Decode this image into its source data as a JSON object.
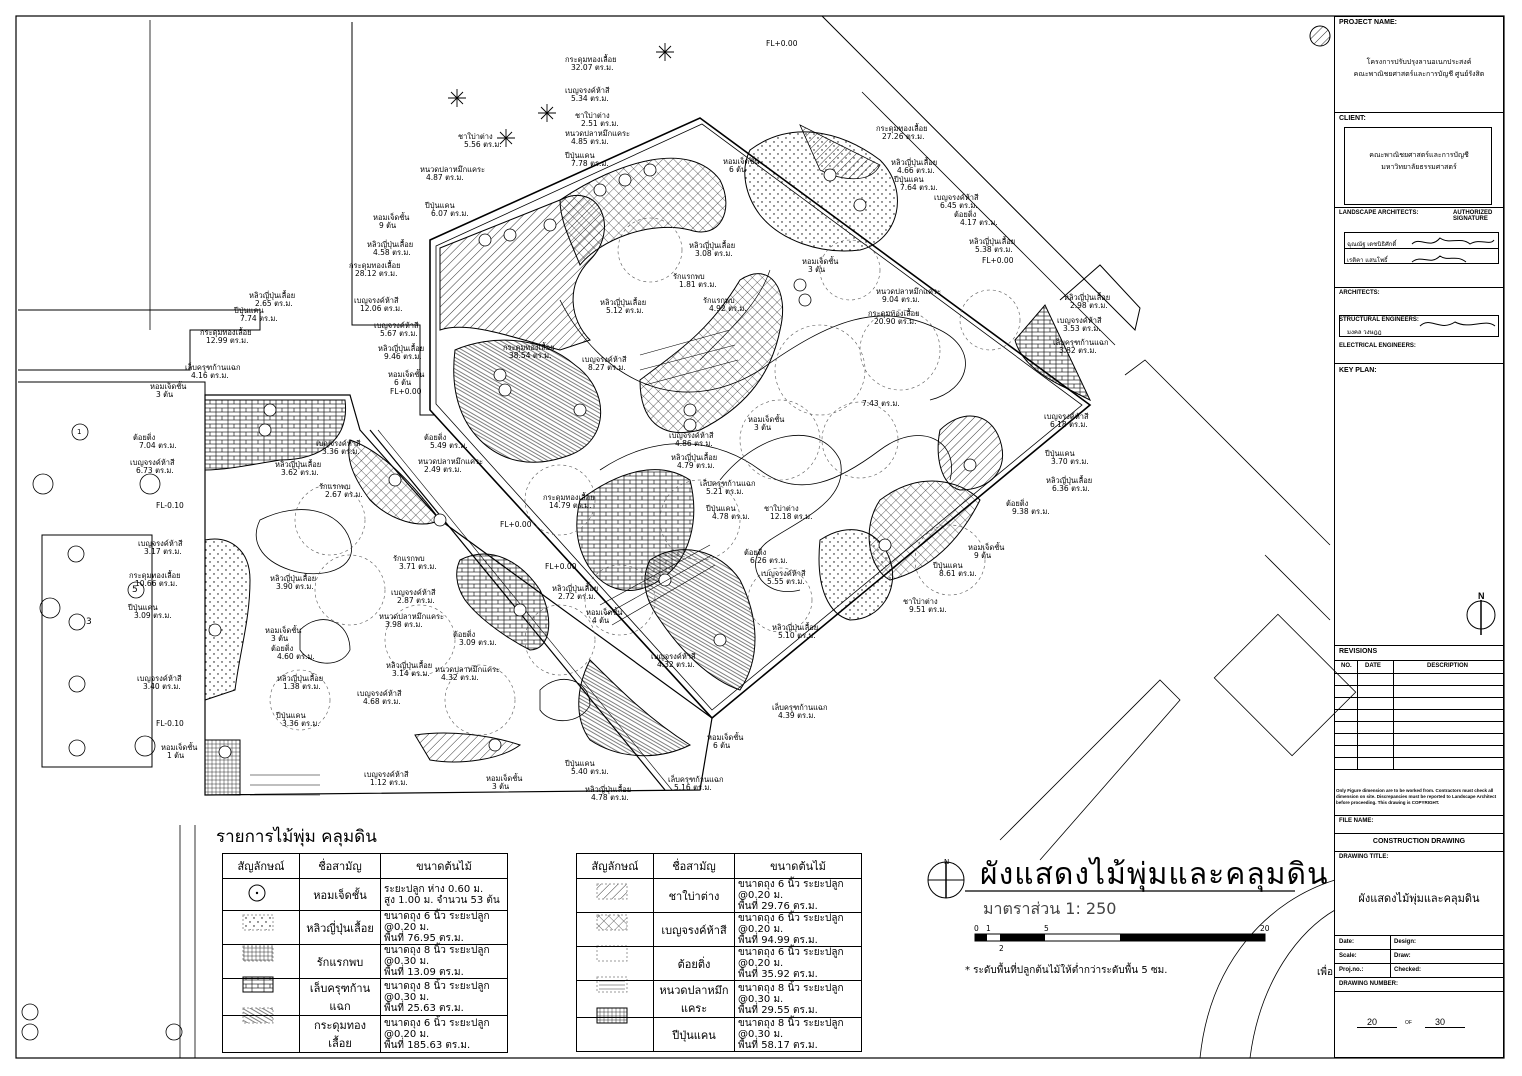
{
  "title_block": {
    "project_name_label": "PROJECT NAME:",
    "project_name_line1": "โครงการปรับปรุงลานอเนกประสงค์",
    "project_name_line2": "คณะพาณิชยศาสตร์และการบัญชี ศูนย์รังสิต",
    "client_label": "CLIENT:",
    "client_line1": "คณะพาณิชยศาสตร์และการบัญชี",
    "client_line2": "มหาวิทยาลัยธรรมศาสตร์",
    "landscape_label": "LANDSCAPE ARCHITECTS:",
    "authorized_label": "AUTHORIZED",
    "signature_label": "SIGNATURE",
    "landscape_name1": "ฉุณณัฐ เดชนิธิศักดิ์",
    "landscape_name2": "เรติคา แสนโพธิ์",
    "architects_label": "ARCHITECTS:",
    "structural_label": "STRUCTURAL ENGINEERS:",
    "structural_name": "มงคล วงษฎฎ",
    "electrical_label": "ELECTRICAL ENGINEERS:",
    "key_plan_label": "KEY PLAN:",
    "north_letter": "N",
    "revisions_label": "REVISIONS",
    "rev_no": "NO.",
    "rev_date": "DATE",
    "rev_desc": "DESCRIPTION",
    "disclaimer": "Only Figure dimension are to be worked from. Contractors must check all dimension on site. Discrepancies must be reported to Landscape Architect before proceeding. This drawing is COPYRIGHT.",
    "file_name_label": "FILE NAME:",
    "construction_drawing": "CONSTRUCTION DRAWING",
    "drawing_title_label": "DRAWING TITLE:",
    "drawing_title": "ผังแสดงไม้พุ่มและคลุมดิน",
    "date_label": "Date:",
    "design_label": "Design:",
    "scale_label": "Scale:",
    "draw_label": "Draw:",
    "proj_no_label": "Proj.no.:",
    "checked_label": "Checked:",
    "drawing_number_label": "DRAWING NUMBER:",
    "sheet_no": "20",
    "of_label": "OF",
    "sheet_total": "30"
  },
  "plan": {
    "fl_labels": [
      "FL+0.00",
      "FL+0.00",
      "FL+0.00",
      "FL+0.00",
      "FL-0.10",
      "FL-0.10",
      "FL+0.00"
    ],
    "callouts": [
      {
        "name": "กระดุมทองเลื้อย",
        "value": "32.07 ตร.ม."
      },
      {
        "name": "เบญจรงค์ห้าสี",
        "value": "5.34 ตร.ม."
      },
      {
        "name": "ชาใบ่าต่าง",
        "value": "2.51 ตร.ม."
      },
      {
        "name": "หนวดปลาหมึกแคระ",
        "value": "4.85 ตร.ม."
      },
      {
        "name": "ชาใบ่าต่าง",
        "value": "5.56 ตร.ม."
      },
      {
        "name": "ปีปุ่นแคน",
        "value": "7.78 ตร.ม."
      },
      {
        "name": "หนวดปลาหมึกแคระ",
        "value": "4.87 ตร.ม."
      },
      {
        "name": "ปีปุ่นแคน",
        "value": "6.07 ตร.ม."
      },
      {
        "name": "หอมเจ็ดชั้น",
        "value": "9 ต้น"
      },
      {
        "name": "หลิวญี่ปุ่นเลื้อย",
        "value": "4.58 ตร.ม."
      },
      {
        "name": "กระดุมทองเลื้อย",
        "value": "28.12 ตร.ม."
      },
      {
        "name": "หลิวญี่ปุ่นเลื้อย",
        "value": "2.65 ตร.ม."
      },
      {
        "name": "ปีปุ่นแคน",
        "value": "7.74 ตร.ม."
      },
      {
        "name": "กระดุมทองเลื้อย",
        "value": "12.99 ตร.ม."
      },
      {
        "name": "เบญจรงค์ห้าสี",
        "value": "12.06 ตร.ม."
      },
      {
        "name": "เบญจรงค์ห้าสี",
        "value": "5.67 ตร.ม."
      },
      {
        "name": "หลิวญี่ปุ่นเลื้อย",
        "value": "9.46 ตร.ม."
      },
      {
        "name": "หอมเจ็ดชั้น",
        "value": "6 ต้น"
      },
      {
        "name": "เล็บครุฑก้านแฉก",
        "value": "4.16 ตร.ม."
      },
      {
        "name": "หอมเจ็ดชั้น",
        "value": "3 ต้น"
      },
      {
        "name": "ต้อยติ่ง",
        "value": "7.04 ตร.ม."
      },
      {
        "name": "เบญจรงค์ห้าสี",
        "value": "6.73 ตร.ม."
      },
      {
        "name": "เบญจรงค์ห้าสี",
        "value": "3.36 ตร.ม."
      },
      {
        "name": "หลิวญี่ปุ่นเลื้อย",
        "value": "3.62 ตร.ม."
      },
      {
        "name": "ต้อยติ่ง",
        "value": "5.49 ตร.ม."
      },
      {
        "name": "หนวดปลาหมึกแคระ",
        "value": "2.49 ตร.ม."
      },
      {
        "name": "รักแรกพบ",
        "value": "2.67 ตร.ม."
      },
      {
        "name": "กระดุมทองเลื้อย",
        "value": "38.54 ตร.ม."
      },
      {
        "name": "เบญจรงค์ห้าสี",
        "value": "8.27 ตร.ม."
      },
      {
        "name": "หลิวญี่ปุ่นเลื้อย",
        "value": "5.12 ตร.ม."
      },
      {
        "name": "รักแรกพบ",
        "value": "1.81 ตร.ม."
      },
      {
        "name": "รักแรกพบ",
        "value": "4.92 ตร.ม."
      },
      {
        "name": "หลิวญี่ปุ่นเลื้อย",
        "value": "3.08 ตร.ม."
      },
      {
        "name": "หอมเจ็ดชั้น",
        "value": "6 ต้น"
      },
      {
        "name": "หอมเจ็ดชั้น",
        "value": "3 ต้น"
      },
      {
        "name": "กระดุมทองเลื้อย",
        "value": "27.26 ตร.ม."
      },
      {
        "name": "หลิวญี่ปุ่นเลื้อย",
        "value": "4.66 ตร.ม."
      },
      {
        "name": "ปีปุ่นแคน",
        "value": "7.64 ตร.ม."
      },
      {
        "name": "เบญจรงค์ห้าสี",
        "value": "6.45 ตร.ม."
      },
      {
        "name": "ต้อยติ่ง",
        "value": "4.17 ตร.ม."
      },
      {
        "name": "หลิวญี่ปุ่นเลื้อย",
        "value": "5.38 ตร.ม."
      },
      {
        "name": "หนวดปลาหมึกแคระ",
        "value": "9.04 ตร.ม."
      },
      {
        "name": "กระดุมทองเลื้อย",
        "value": "20.90 ตร.ม."
      },
      {
        "name": "หลิวญี่ปุ่นเลื้อย",
        "value": "2.98 ตร.ม."
      },
      {
        "name": "เบญจรงค์ห้าสี",
        "value": "3.53 ตร.ม."
      },
      {
        "name": "เล็บครุฑก้านแฉก",
        "value": "3.82 ตร.ม."
      },
      {
        "name": "",
        "value": "7.43 ตร.ม."
      },
      {
        "name": "หอมเจ็ดชั้น",
        "value": "3 ต้น"
      },
      {
        "name": "เบญจรงค์ห้าสี",
        "value": "4.86 ตร.ม."
      },
      {
        "name": "หลิวญี่ปุ่นเลื้อย",
        "value": "4.79 ตร.ม."
      },
      {
        "name": "เล็บครุฑก้านแฉก",
        "value": "5.21 ตร.ม."
      },
      {
        "name": "ปีปุ่นแคน",
        "value": "4.78 ตร.ม."
      },
      {
        "name": "ชาใบ่าต่าง",
        "value": "12.18 ตร.ม."
      },
      {
        "name": "กระดุมทองเลื้อย",
        "value": "14.79 ตร.ม."
      },
      {
        "name": "เบญจรงค์ห้าสี",
        "value": "6.18 ตร.ม."
      },
      {
        "name": "ปีปุ่นแคน",
        "value": "3.70 ตร.ม."
      },
      {
        "name": "หลิวญี่ปุ่นเลื้อย",
        "value": "6.36 ตร.ม."
      },
      {
        "name": "ต้อยติ่ง",
        "value": "9.38 ตร.ม."
      },
      {
        "name": "หอมเจ็ดชั้น",
        "value": "9 ต้น"
      },
      {
        "name": "ปีปุ่นแคน",
        "value": "8.61 ตร.ม."
      },
      {
        "name": "ชาใบ่าต่าง",
        "value": "9.51 ตร.ม."
      },
      {
        "name": "ต้อยติ่ง",
        "value": "6.26 ตร.ม."
      },
      {
        "name": "เบญจรงค์ห้าสี",
        "value": "5.55 ตร.ม."
      },
      {
        "name": "หลิวญี่ปุ่นเลื้อย",
        "value": "5.10 ตร.ม."
      },
      {
        "name": "เล็บครุฑก้านแฉก",
        "value": "4.39 ตร.ม."
      },
      {
        "name": "หอมเจ็ดชั้น",
        "value": "6 ต้น"
      },
      {
        "name": "เบญจรงค์ห้าสี",
        "value": "3.17 ตร.ม."
      },
      {
        "name": "กระดุมทองเลื้อย",
        "value": "10.66 ตร.ม."
      },
      {
        "name": "หลิวญี่ปุ่นเลื้อย",
        "value": "3.90 ตร.ม."
      },
      {
        "name": "ปีปุ่นแคน",
        "value": "3.09 ตร.ม."
      },
      {
        "name": "หอมเจ็ดชั้น",
        "value": "3 ต้น"
      },
      {
        "name": "ต้อยติ่ง",
        "value": "4.60 ตร.ม."
      },
      {
        "name": "เบญจรงค์ห้าสี",
        "value": "3.40 ตร.ม."
      },
      {
        "name": "หลิวญี่ปุ่นเลื้อย",
        "value": "1.38 ตร.ม."
      },
      {
        "name": "ปีปุ่นแคน",
        "value": "3.36 ตร.ม."
      },
      {
        "name": "หอมเจ็ดชั้น",
        "value": "1 ต้น"
      },
      {
        "name": "รักแรกพบ",
        "value": "3.71 ตร.ม."
      },
      {
        "name": "เบญจรงค์ห้าสี",
        "value": "2.87 ตร.ม."
      },
      {
        "name": "หนวดปลาหมึกแคระ",
        "value": "3.98 ตร.ม."
      },
      {
        "name": "หลิวญี่ปุ่นเลื้อย",
        "value": "2.72 ตร.ม."
      },
      {
        "name": "หอมเจ็ดชั้น",
        "value": "4 ต้น"
      },
      {
        "name": "ต้อยติ่ง",
        "value": "3.09 ตร.ม."
      },
      {
        "name": "หนวดปลาหมึกแคระ",
        "value": "4.32 ตร.ม."
      },
      {
        "name": "หลิวญี่ปุ่นเลื้อย",
        "value": "3.14 ตร.ม."
      },
      {
        "name": "เบญจรงค์ห้าสี",
        "value": "4.68 ตร.ม."
      },
      {
        "name": "เบญจรงค์ห้าสี",
        "value": "4.32 ตร.ม."
      },
      {
        "name": "เบญจรงค์ห้าสี",
        "value": "1.12 ตร.ม."
      },
      {
        "name": "หอมเจ็ดชั้น",
        "value": "3 ต้น"
      },
      {
        "name": "ปีปุ่นแคน",
        "value": "5.40 ตร.ม."
      },
      {
        "name": "หลิวญี่ปุ่นเลื้อย",
        "value": "4.78 ตร.ม."
      },
      {
        "name": "เล็บครุฑก้านแฉก",
        "value": "5.16 ตร.ม."
      }
    ],
    "tree_tag": "1",
    "key_tag_a": "5",
    "key_tag_b": "3"
  },
  "legend": {
    "title": "รายการไม้พุ่ม คลุมดิน",
    "col_symbol": "สัญลักษณ์",
    "col_name": "ชื่อสามัญ",
    "col_size": "ขนาดต้นไม้",
    "left_rows": [
      {
        "name": "หอมเจ็ดชั้น",
        "size1": "ระยะปลูก ห่าง 0.60 ม.",
        "size2": "สูง 1.00 ม. จำนวน 53 ต้น"
      },
      {
        "name": "หลิวญี่ปุ่นเลื้อย",
        "size1": "ขนาดถุง 6 นิ้ว ระยะปลูก @0.20 ม.",
        "size2": "พื้นที่ 76.95 ตร.ม."
      },
      {
        "name": "รักแรกพบ",
        "size1": "ขนาดถุง 8 นิ้ว ระยะปลูก @0.30 ม.",
        "size2": "พื้นที่ 13.09 ตร.ม."
      },
      {
        "name": "เล็บครุฑก้านแฉก",
        "size1": "ขนาดถุง 8 นิ้ว ระยะปลูก @0.30 ม.",
        "size2": "พื้นที่ 25.63 ตร.ม."
      },
      {
        "name": "กระดุมทองเลื้อย",
        "size1": "ขนาดถุง 6 นิ้ว ระยะปลูก @0.20 ม.",
        "size2": "พื้นที่ 185.63 ตร.ม."
      }
    ],
    "right_rows": [
      {
        "name": "ชาใบ่าต่าง",
        "size1": "ขนาดถุง 6 นิ้ว ระยะปลูก @0.20 ม.",
        "size2": "พื้นที่ 29.76 ตร.ม."
      },
      {
        "name": "เบญจรงค์ห้าสี",
        "size1": "ขนาดถุง 6 นิ้ว ระยะปลูก @0.20 ม.",
        "size2": "พื้นที่ 94.99 ตร.ม."
      },
      {
        "name": "ต้อยติ่ง",
        "size1": "ขนาดถุง 6 นิ้ว ระยะปลูก @0.20 ม.",
        "size2": "พื้นที่ 35.92 ตร.ม."
      },
      {
        "name": "หนวดปลาหมึกแคระ",
        "size1": "ขนาดถุง 8 นิ้ว ระยะปลูก @0.30 ม.",
        "size2": "พื้นที่ 29.55 ตร.ม."
      },
      {
        "name": "ปีปุ่นแคน",
        "size1": "ขนาดถุง 8 นิ้ว ระยะปลูก @0.30 ม.",
        "size2": "พื้นที่ 58.17 ตร.ม."
      }
    ]
  },
  "drawing": {
    "title": "ผังแสดงไม้พุ่มและคลุมดิน",
    "scale": "มาตราส่วน 1: 250",
    "north": "N",
    "scale_ticks": [
      "0",
      "1",
      "2",
      "5",
      "20"
    ],
    "note": "* ระดับพื้นที่ปลูกต้นไม้ให้ต่ำกว่าระดับพื้น 5 ซม.",
    "cutoff_text": "เพื่อ"
  }
}
